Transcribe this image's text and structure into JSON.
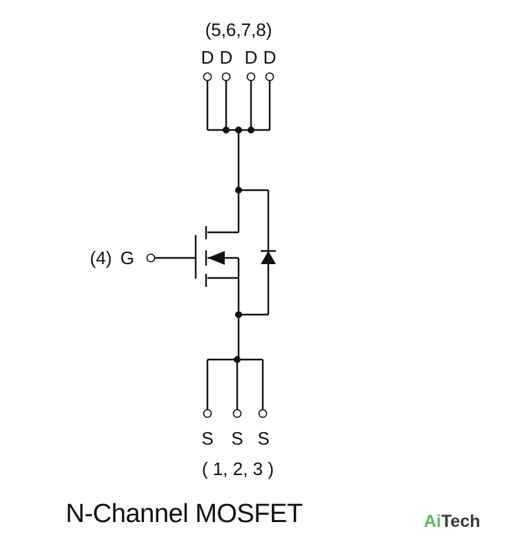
{
  "diagram": {
    "drain_pins": "(5,6,7,8)",
    "drain_labels": [
      "D",
      "D",
      "D",
      "D"
    ],
    "gate_pin": "(4)",
    "gate_label": "G",
    "source_labels": [
      "S",
      "S",
      "S"
    ],
    "source_pins": "( 1, 2, 3 )",
    "caption": "N-Channel MOSFET"
  },
  "logo": {
    "part1": "Ai",
    "part2": "Tech",
    "color_ai": "#5cb85c",
    "color_tech": "#3a3a3a"
  }
}
